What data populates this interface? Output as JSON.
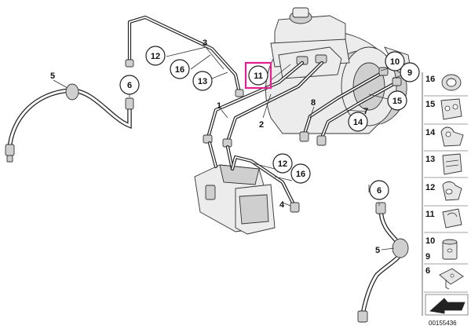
{
  "diagram": {
    "highlight_color": "#e0208c",
    "callouts": [
      {
        "id": "c12a",
        "text": "12"
      },
      {
        "id": "c16a",
        "text": "16"
      },
      {
        "id": "c13a",
        "text": "13"
      },
      {
        "id": "c6a",
        "text": "6"
      },
      {
        "id": "c11",
        "text": "11",
        "highlighted": true
      },
      {
        "id": "c10",
        "text": "10"
      },
      {
        "id": "c9",
        "text": "9"
      },
      {
        "id": "c15",
        "text": "15"
      },
      {
        "id": "c14",
        "text": "14"
      },
      {
        "id": "c12b",
        "text": "12"
      },
      {
        "id": "c16b",
        "text": "16"
      },
      {
        "id": "c6b",
        "text": "6"
      }
    ],
    "plain_labels": [
      {
        "id": "l3",
        "text": "3"
      },
      {
        "id": "l5a",
        "text": "5"
      },
      {
        "id": "l1",
        "text": "1"
      },
      {
        "id": "l2",
        "text": "2"
      },
      {
        "id": "l8",
        "text": "8"
      },
      {
        "id": "l7",
        "text": "7"
      },
      {
        "id": "l4",
        "text": "4"
      },
      {
        "id": "l5b",
        "text": "5"
      }
    ],
    "legend": [
      {
        "num": "16",
        "part": "grommet"
      },
      {
        "num": "15",
        "part": "double-clip"
      },
      {
        "num": "14",
        "part": "pipe-clip"
      },
      {
        "num": "13",
        "part": "bracket-clip"
      },
      {
        "num": "12",
        "part": "pipe-holder"
      },
      {
        "num": "11",
        "part": "clamp"
      },
      {
        "num": "10",
        "part": "union-nut"
      },
      {
        "num": "9",
        "part": "union-nut"
      },
      {
        "num": "6",
        "part": "bracket"
      }
    ],
    "reference_code": "00155436"
  }
}
